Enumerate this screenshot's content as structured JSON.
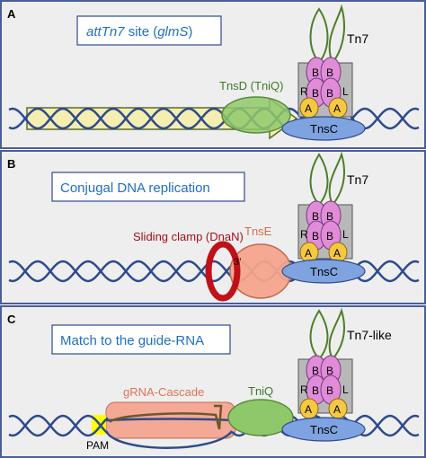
{
  "panels": [
    {
      "letter": "A",
      "title_italic_1": "attTn7",
      "title_plain_1": " site (",
      "title_italic_2": "glmS",
      "title_plain_2": ")",
      "protein_label": "TnsD (TniQ)",
      "tn_label": "Tn7",
      "tnsc_label": "TnsC"
    },
    {
      "letter": "B",
      "title": "Conjugal DNA replication",
      "clamp_label": "Sliding clamp (DnaN)",
      "protein_label": "TnsE",
      "end_label": "3’",
      "tn_label": "Tn7",
      "tnsc_label": "TnsC"
    },
    {
      "letter": "C",
      "title": "Match to the guide-RNA",
      "cascade_label": "gRNA-Cascade",
      "protein_label": "TniQ",
      "pam_label": "PAM",
      "tn_label": "Tn7-like",
      "tnsc_label": "TnsC"
    }
  ],
  "subunits": {
    "B": "B",
    "A": "A",
    "R": "R",
    "L": "L"
  },
  "colors": {
    "panel_bg": "#eeeeee",
    "panel_border": "#4a5d9a",
    "dna": "#2e4a8e",
    "title_text": "#1f6fc1",
    "tn_loop": "#4e7d2a",
    "tnsb": "#e08cd8",
    "tnsa": "#f5c842",
    "tnsc": "#7ea3e0",
    "tnsd": "#8fc86a",
    "glms_arrow": "#f4eeb0",
    "clamp": "#c0101a",
    "tnse": "#f4a38c",
    "cascade": "#f4a08c",
    "pam": "#ffff00",
    "rna": "#6b5a2a"
  }
}
